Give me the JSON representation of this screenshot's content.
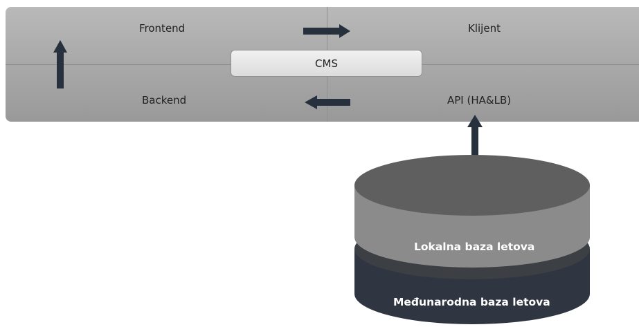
{
  "diagram": {
    "labels": {
      "frontend": "Frontend",
      "client": "Klijent",
      "cms": "CMS",
      "backend": "Backend",
      "api": "API  (HA&LB)",
      "local_db": "Lokalna baza letova",
      "intl_db": "Međunarodna baza letova"
    },
    "colors": {
      "panel_top": "#b3b3b3",
      "panel_bottom": "#a0a0a0",
      "arrow": "#27303d",
      "db_top": "#5e5f5e",
      "db_light": "#8b8b8b",
      "db_mid": "#3c3f43",
      "db_dark": "#2f3641"
    }
  }
}
